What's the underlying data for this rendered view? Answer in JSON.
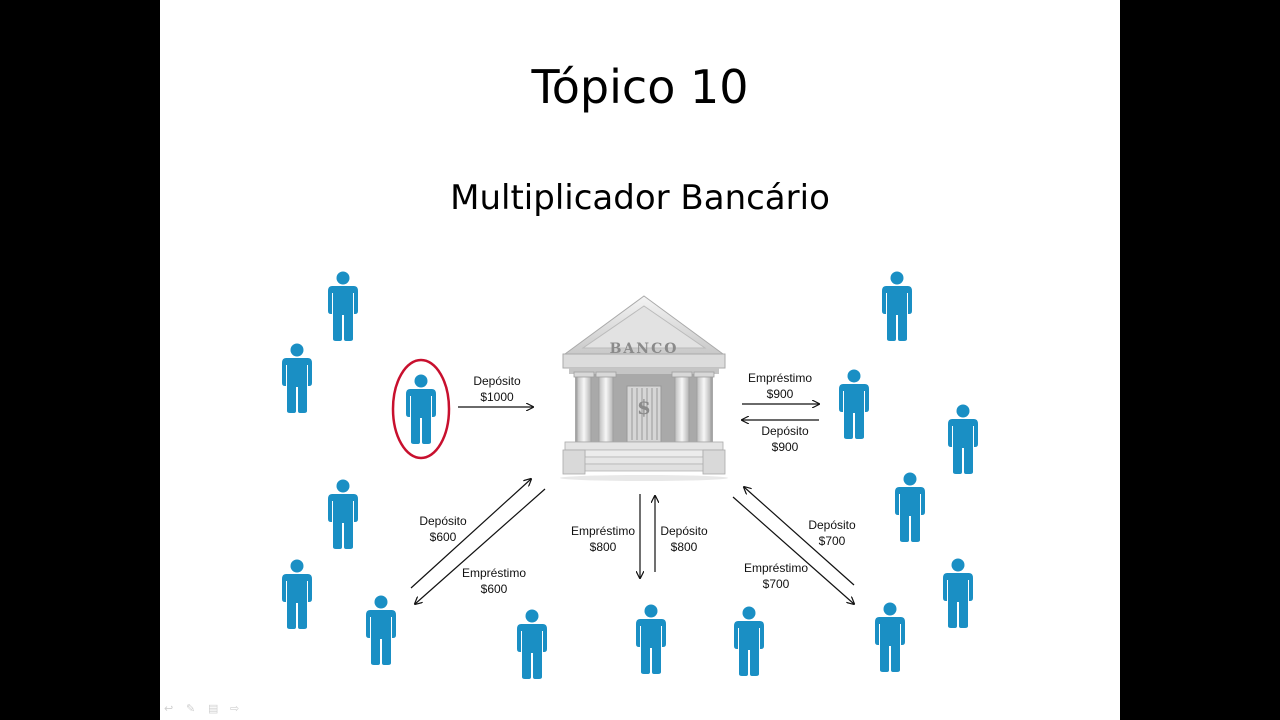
{
  "slide": {
    "title": "Tópico 10",
    "subtitle": "Multiplicador Bancário"
  },
  "bank": {
    "sign": "BANCO",
    "icon": "bank-building-icon"
  },
  "colors": {
    "person": "#1a8fc4",
    "highlight": "#c8102e",
    "arrow": "#111111"
  },
  "flows": {
    "initial_deposit": {
      "line1": "Depósito",
      "line2": "$1000"
    },
    "loan_900": {
      "line1": "Empréstimo",
      "line2": "$900"
    },
    "deposit_900": {
      "line1": "Depósito",
      "line2": "$900"
    },
    "deposit_600": {
      "line1": "Depósito",
      "line2": "$600"
    },
    "loan_600": {
      "line1": "Empréstimo",
      "line2": "$600"
    },
    "loan_800": {
      "line1": "Empréstimo",
      "line2": "$800"
    },
    "deposit_800": {
      "line1": "Depósito",
      "line2": "$800"
    },
    "deposit_700": {
      "line1": "Depósito",
      "line2": "$700"
    },
    "loan_700": {
      "line1": "Empréstimo",
      "line2": "$700"
    }
  },
  "toolbar": {
    "icons": [
      "back-arrow-icon",
      "pen-icon",
      "slides-grid-icon",
      "forward-arrow-icon"
    ]
  }
}
